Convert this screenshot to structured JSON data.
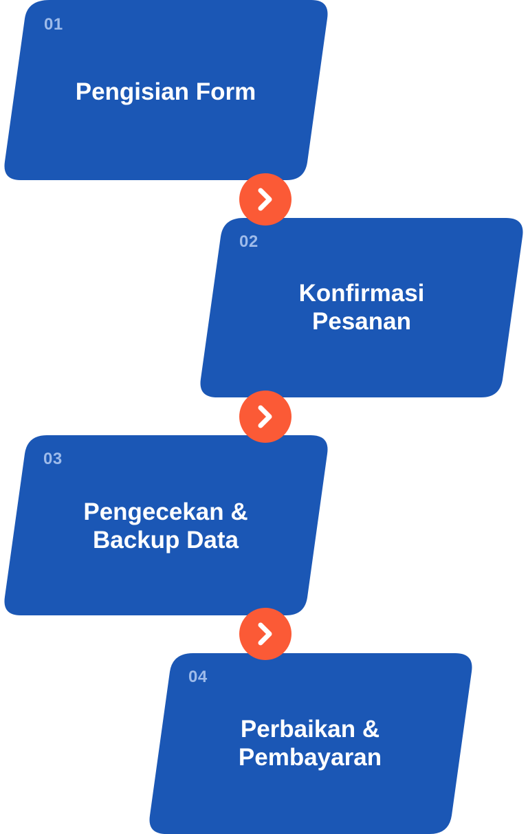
{
  "steps": [
    {
      "number": "01",
      "title_lines": [
        "Pengisian Form"
      ]
    },
    {
      "number": "02",
      "title_lines": [
        "Konfirmasi",
        "Pesanan"
      ]
    },
    {
      "number": "03",
      "title_lines": [
        "Pengecekan &",
        "Backup Data"
      ]
    },
    {
      "number": "04",
      "title_lines": [
        "Perbaikan &",
        "Pembayaran"
      ]
    }
  ],
  "connectors": [
    {
      "icon": "chevron-right-icon",
      "from": "01",
      "to": "02"
    },
    {
      "icon": "chevron-right-icon",
      "from": "02",
      "to": "03"
    },
    {
      "icon": "chevron-right-icon",
      "from": "03",
      "to": "04"
    }
  ],
  "colors": {
    "card": "#1b57b5",
    "number": "#9ebbea",
    "title": "#ffffff",
    "badge": "#fb5a36",
    "background": "#ffffff"
  }
}
